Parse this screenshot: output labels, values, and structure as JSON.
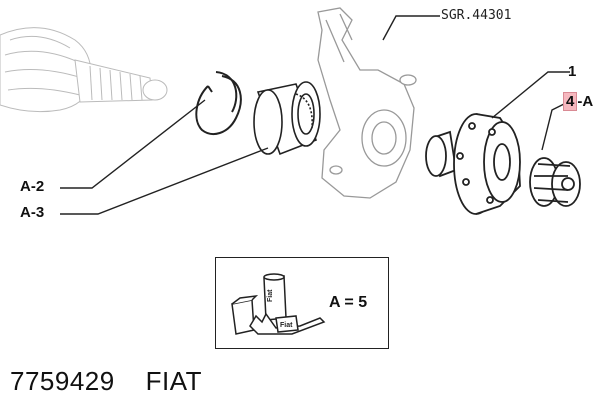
{
  "labels": {
    "sgr": "SGR.44301",
    "item_1": "1",
    "item_4_num": "4",
    "item_4_suffix": "-A",
    "a2": "A-2",
    "a3": "A-3"
  },
  "legend": {
    "text": "A = 5",
    "bottle_text": "Fiat",
    "box_text": "Fiat"
  },
  "footer": {
    "part_number": "7759429",
    "brand": "FIAT"
  },
  "colors": {
    "highlight": "#f6b8bf",
    "line": "#222222",
    "part_fill": "#ffffff",
    "shade": "#e8e8e8"
  }
}
